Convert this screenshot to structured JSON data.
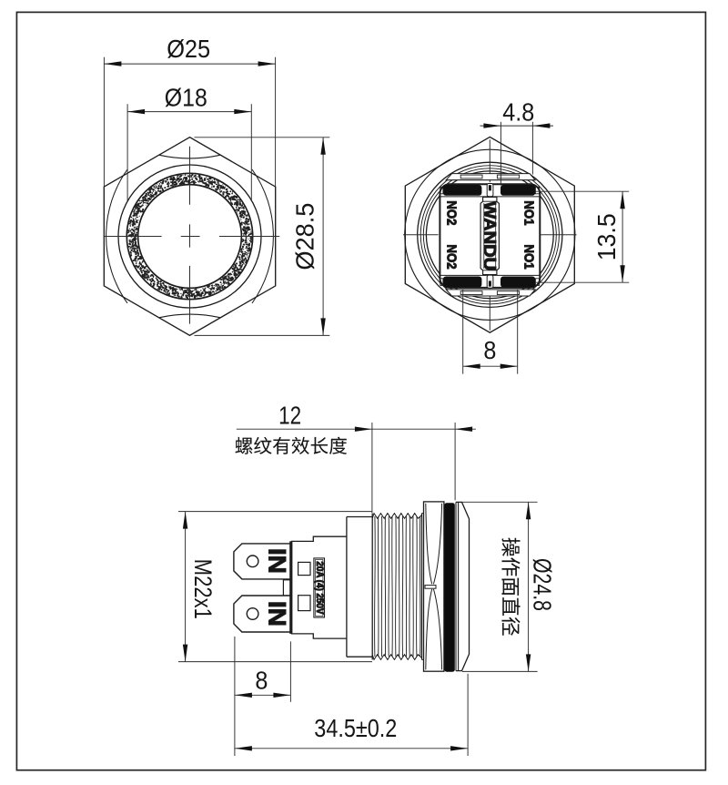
{
  "front": {
    "dia_bezel": "Ø25",
    "dia_ring": "Ø18",
    "dia_corners": "Ø28.5"
  },
  "rear": {
    "dim_slot": "4.8",
    "dim_rows": "13.5",
    "dim_cols": "8",
    "terminal_no1": "NO1",
    "terminal_no2": "NO2",
    "brand": "WANDU"
  },
  "side": {
    "dim_thread_len": "12",
    "note_thread": "螺纹有效长度",
    "thread_spec": "M22x1",
    "dim_face": "Ø24.8",
    "note_face": "操作面直径",
    "dim_pitch": "8",
    "dim_total": "34.5±0.2",
    "blade_label": "IN",
    "rating": "20A (4) 250V"
  },
  "colors": {
    "ink": "#1c1c1c",
    "paper": "#ffffff"
  }
}
